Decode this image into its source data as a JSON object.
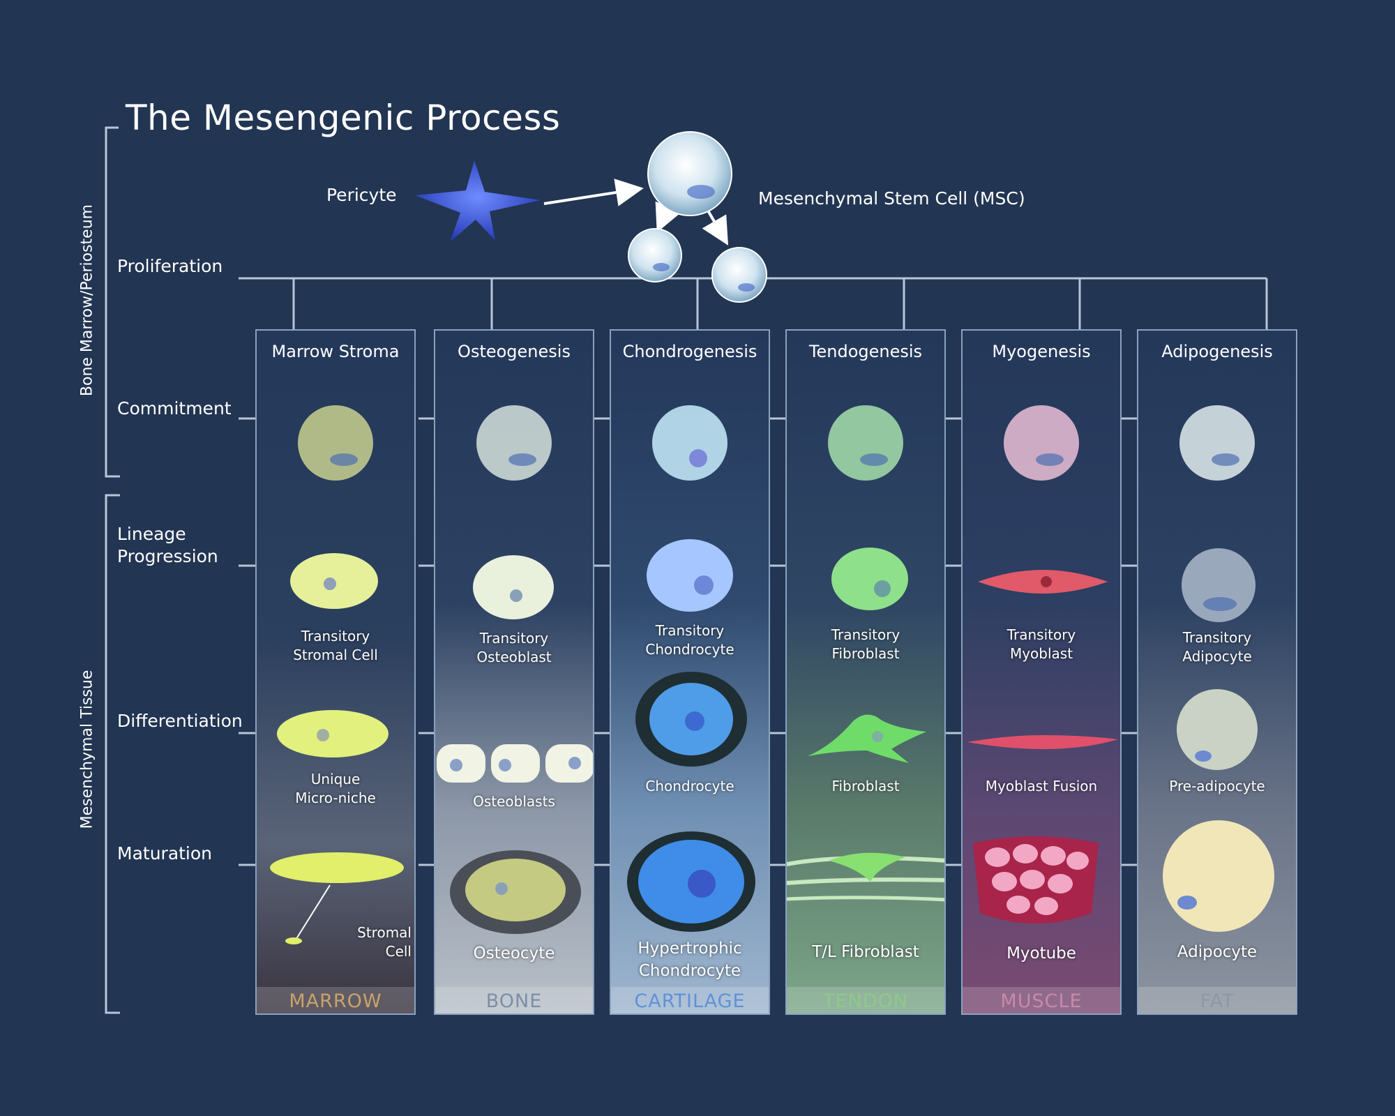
{
  "title": "The Mesengenic Process",
  "pericyte_label": "Pericyte",
  "msc_label": "Mesenchymal Stem Cell (MSC)",
  "side_labels": {
    "upper": "Bone Marrow/Periosteum",
    "lower": "Mesenchymal Tissue"
  },
  "stages": {
    "proliferation": "Proliferation",
    "commitment": "Commitment",
    "lineage_line1": "Lineage",
    "lineage_line2": "Progression",
    "differentiation": "Differentiation",
    "maturation": "Maturation"
  },
  "columns": [
    {
      "title": "Marrow Stroma",
      "tissue": "MARROW",
      "tissue_color": "#c9a36a",
      "lineage_1": "Transitory",
      "lineage_2": "Stromal Cell",
      "diff_1": "Unique",
      "diff_2": "Micro-niche",
      "mat_1": "Stromal",
      "mat_2": "Cell"
    },
    {
      "title": "Osteogenesis",
      "tissue": "BONE",
      "tissue_color": "#7d8ea6",
      "lineage_1": "Transitory",
      "lineage_2": "Osteoblast",
      "diff_1": "Osteoblasts",
      "mat_1": "Osteocyte"
    },
    {
      "title": "Chondrogenesis",
      "tissue": "CARTILAGE",
      "tissue_color": "#5f92d6",
      "lineage_1": "Transitory",
      "lineage_2": "Chondrocyte",
      "diff_1": "Chondrocyte",
      "mat_1": "Hypertrophic",
      "mat_2": "Chondrocyte"
    },
    {
      "title": "Tendogenesis",
      "tissue": "TENDON",
      "tissue_color": "#8fc98a",
      "lineage_1": "Transitory",
      "lineage_2": "Fibroblast",
      "diff_1": "Fibroblast",
      "mat_1": "T/L Fibroblast"
    },
    {
      "title": "Myogenesis",
      "tissue": "MUSCLE",
      "tissue_color": "#c88aa8",
      "lineage_1": "Transitory",
      "lineage_2": "Myoblast",
      "diff_1": "Myoblast Fusion",
      "mat_1": "Myotube"
    },
    {
      "title": "Adipogenesis",
      "tissue": "FAT",
      "tissue_color": "#8c97a8",
      "lineage_1": "Transitory",
      "lineage_2": "Adipocyte",
      "diff_1": "Pre-adipocyte",
      "mat_1": "Adipocyte"
    }
  ]
}
